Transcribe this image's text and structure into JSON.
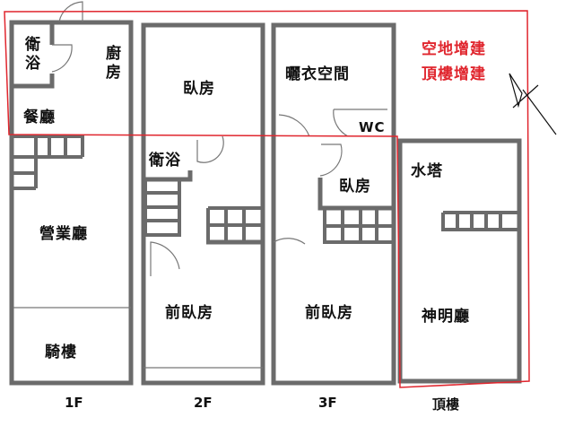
{
  "floors": {
    "f1": {
      "name": "1F",
      "rooms": {
        "bath": "衛浴",
        "kitchen": "廚房",
        "dining": "餐廳",
        "business_hall": "營業廳",
        "arcade": "騎樓"
      }
    },
    "f2": {
      "name": "2F",
      "rooms": {
        "bedroom": "臥房",
        "bath": "衛浴",
        "front_bedroom": "前臥房"
      }
    },
    "f3": {
      "name": "3F",
      "rooms": {
        "laundry": "曬衣空間",
        "wc": "WC",
        "bedroom": "臥房",
        "front_bedroom": "前臥房"
      }
    },
    "roof": {
      "name": "頂樓",
      "rooms": {
        "water_tower": "水塔",
        "shrine": "神明廳"
      }
    }
  },
  "annotations": {
    "line1": "空地增建",
    "line2": "頂樓增建"
  },
  "colors": {
    "wall": "#6b6b6b",
    "addition_outline": "#e0262e"
  }
}
